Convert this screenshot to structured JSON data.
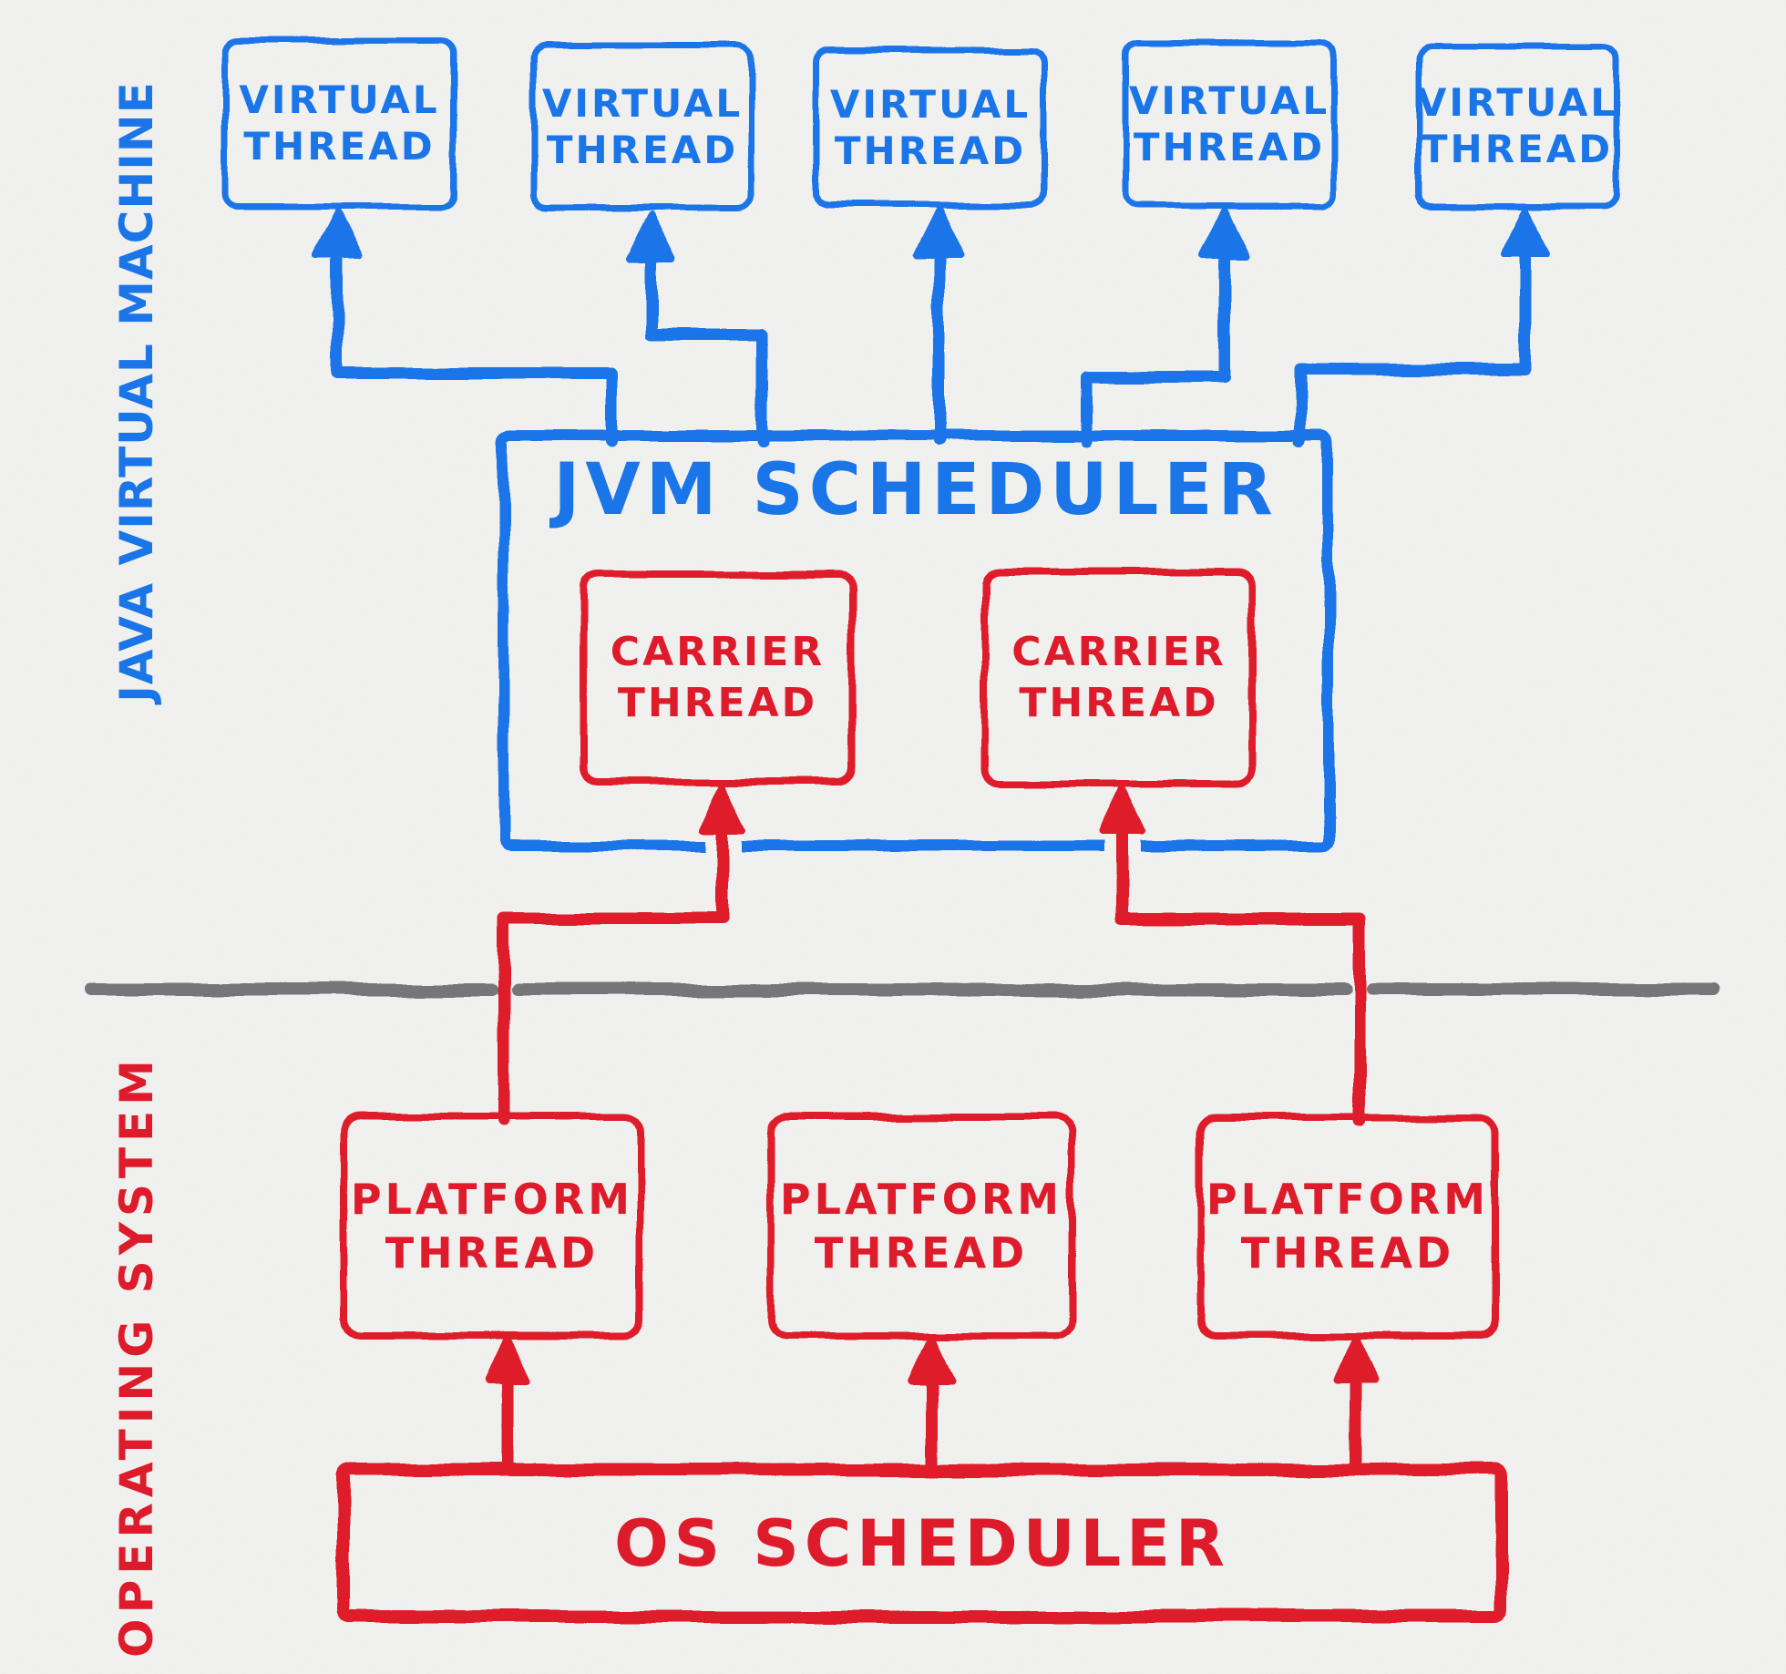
{
  "colors": {
    "blue": "#1a75e8",
    "red": "#de1b2b",
    "gray": "#76767a",
    "paper": "#f1f1ef"
  },
  "sections": {
    "jvm_label": "JAVA VIRTUAL MACHINE",
    "os_label": "OPERATING SYSTEM"
  },
  "virtual_threads": [
    {
      "line1": "VIRTUAL",
      "line2": "THREAD"
    },
    {
      "line1": "VIRTUAL",
      "line2": "THREAD"
    },
    {
      "line1": "VIRTUAL",
      "line2": "THREAD"
    },
    {
      "line1": "VIRTUAL",
      "line2": "THREAD"
    },
    {
      "line1": "VIRTUAL",
      "line2": "THREAD"
    }
  ],
  "jvm_scheduler_label": "JVM SCHEDULER",
  "carrier_threads": [
    {
      "line1": "CARRIER",
      "line2": "THREAD"
    },
    {
      "line1": "CARRIER",
      "line2": "THREAD"
    }
  ],
  "platform_threads": [
    {
      "line1": "PLATFORM",
      "line2": "THREAD"
    },
    {
      "line1": "PLATFORM",
      "line2": "THREAD"
    },
    {
      "line1": "PLATFORM",
      "line2": "THREAD"
    }
  ],
  "os_scheduler_label": "OS SCHEDULER"
}
